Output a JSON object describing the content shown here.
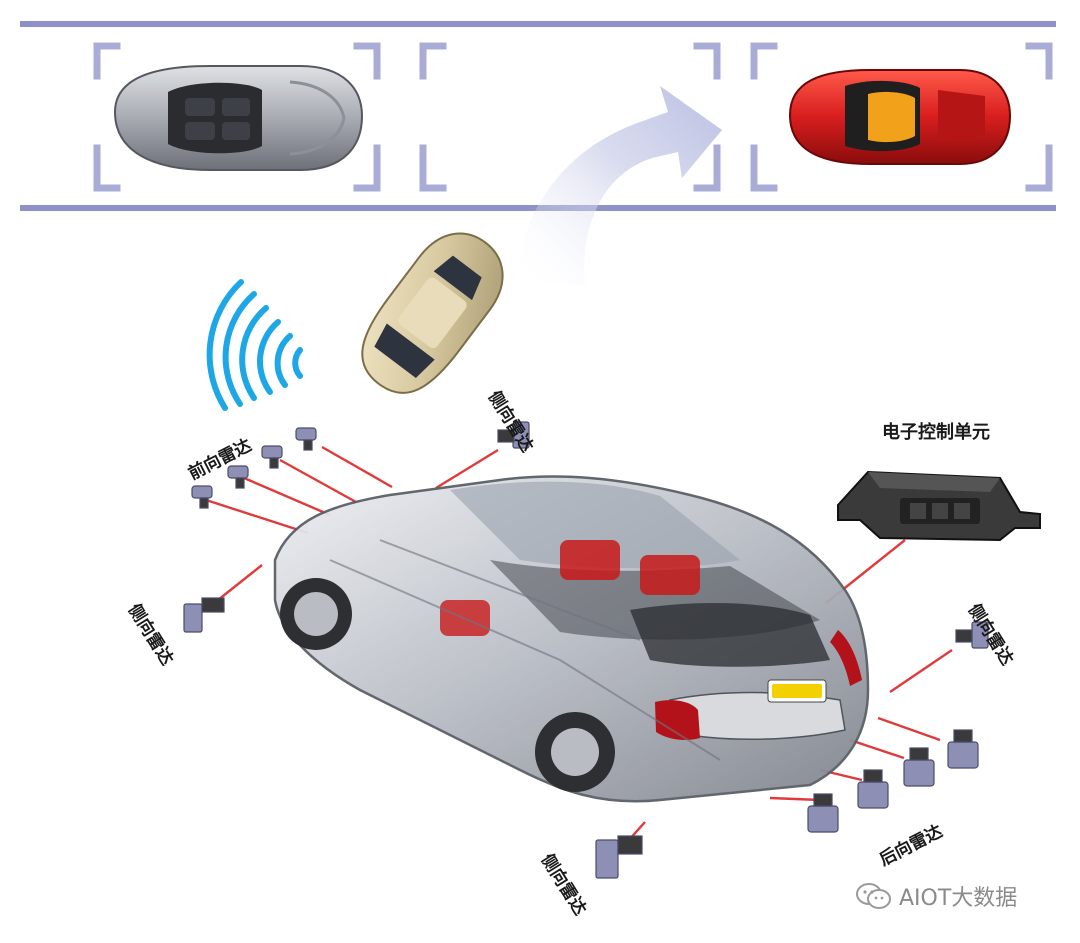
{
  "labels": {
    "ecu": "电子控制单元",
    "front_radar": "前向雷达",
    "side_radar_top": "侧向雷达",
    "side_radar_left": "侧向雷达",
    "side_radar_right": "侧向雷达",
    "side_radar_bottom": "侧向雷达",
    "rear_radar": "后向雷达"
  },
  "watermark": {
    "text": "AIOT大数据",
    "logo_icon": "wechat-icon"
  },
  "colors": {
    "lane_line": "#8f92c9",
    "bracket": "#a8acd6",
    "wave": "#1ea7e6",
    "leader_line": "#e03a3a",
    "silver_car": "#b9bcc2",
    "red_car": "#d81e1e",
    "gold_car": "#d8c9a0",
    "sensor": "#8d8fb5"
  }
}
